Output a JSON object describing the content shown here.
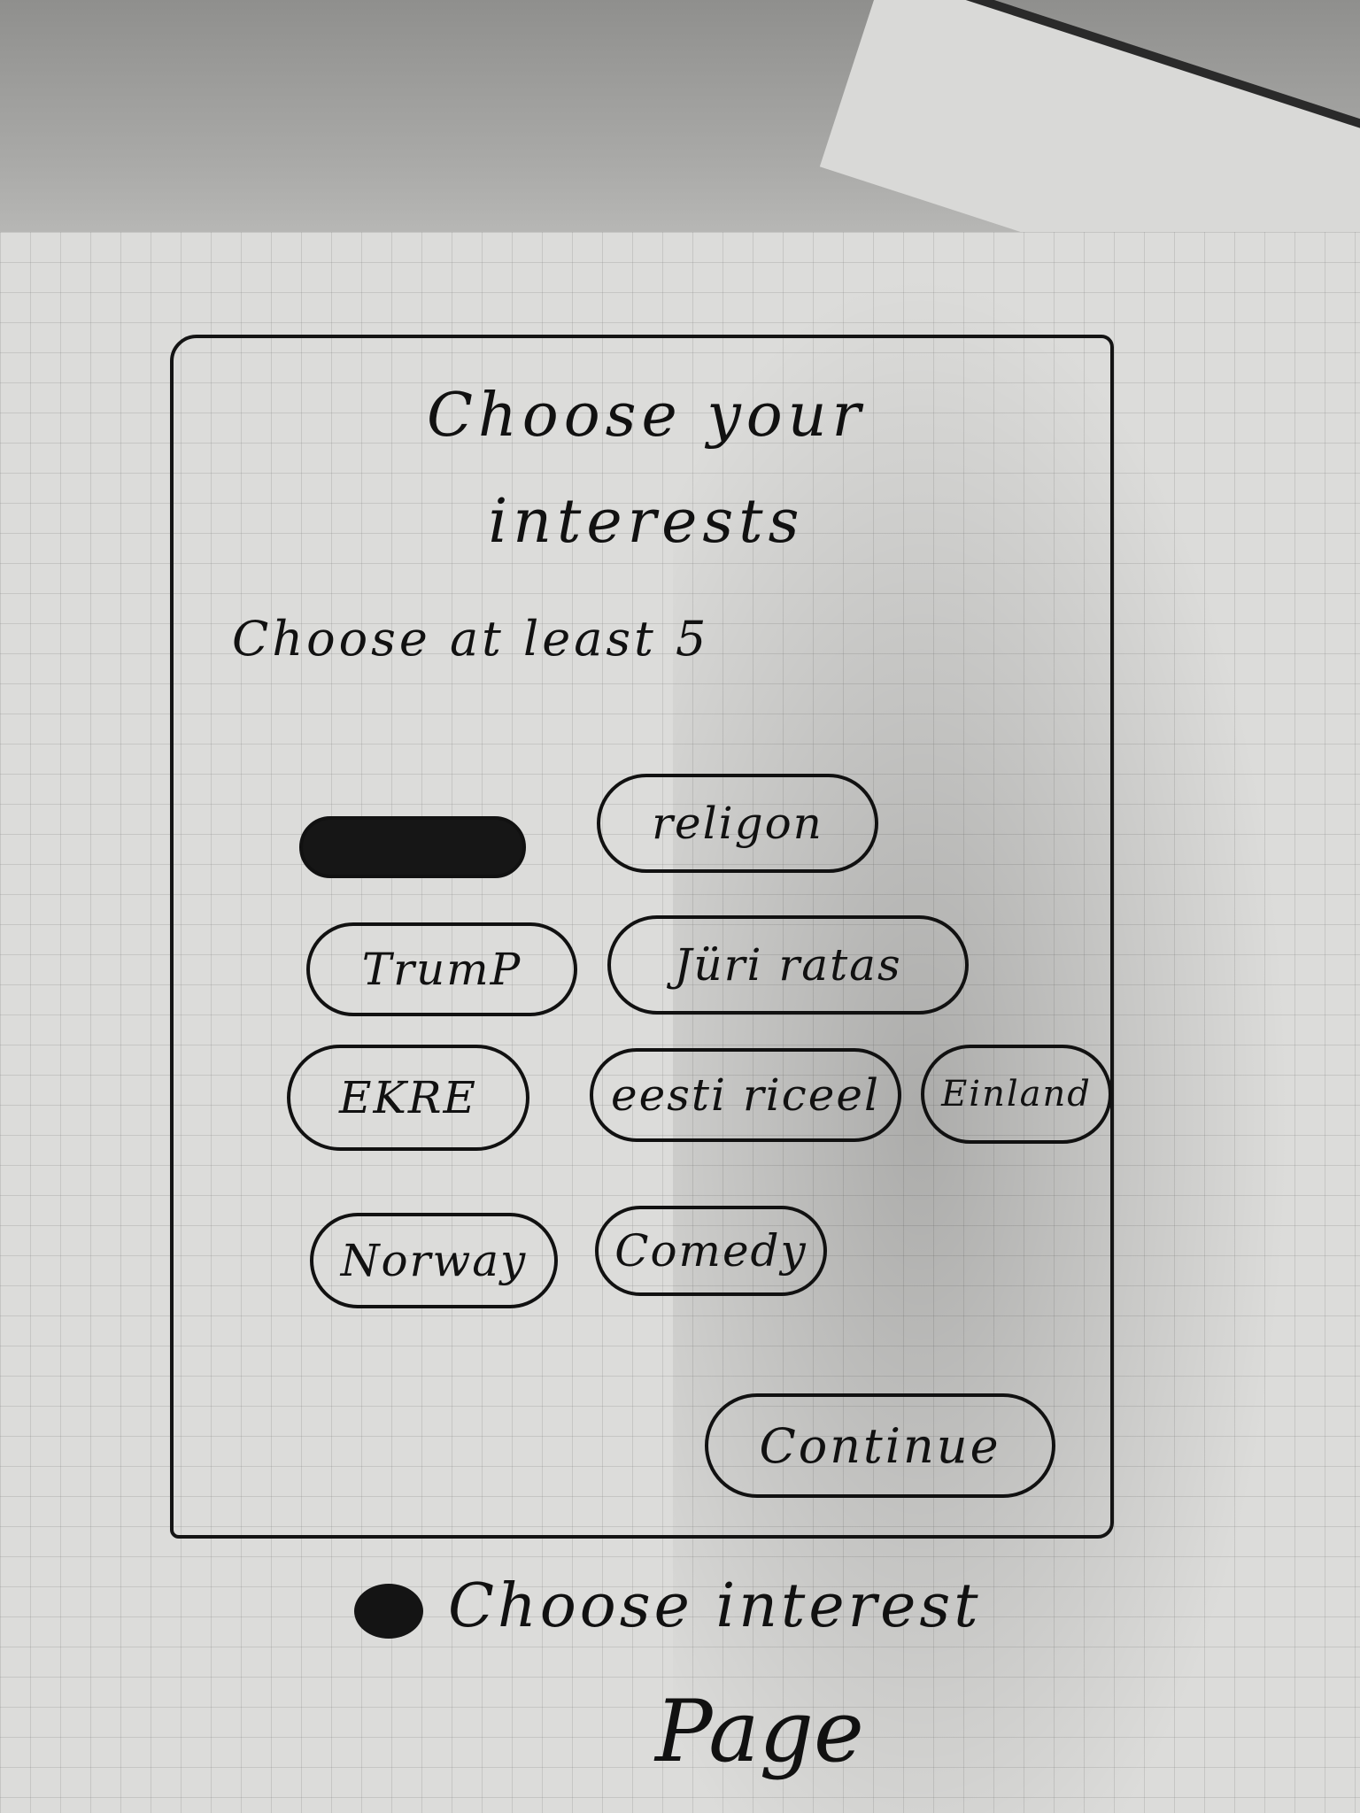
{
  "screen": {
    "title_line1": "Choose your",
    "title_line2": "interests",
    "subtitle": "Choose at least 5"
  },
  "chips": [
    {
      "label": "",
      "selected": true
    },
    {
      "label": "religon",
      "selected": false
    },
    {
      "label": "TrumP",
      "selected": false
    },
    {
      "label": "Jüri ratas",
      "selected": false
    },
    {
      "label": "EKRE",
      "selected": false
    },
    {
      "label": "eesti riceel",
      "selected": false
    },
    {
      "label": "Einland",
      "selected": false
    },
    {
      "label": "Norway",
      "selected": false
    },
    {
      "label": "Comedy",
      "selected": false
    }
  ],
  "continue_label": "Continue",
  "caption": {
    "line1": "Choose interest",
    "line2": "Page"
  },
  "colors": {
    "ink": "#111111",
    "paper": "#dcdcda"
  }
}
